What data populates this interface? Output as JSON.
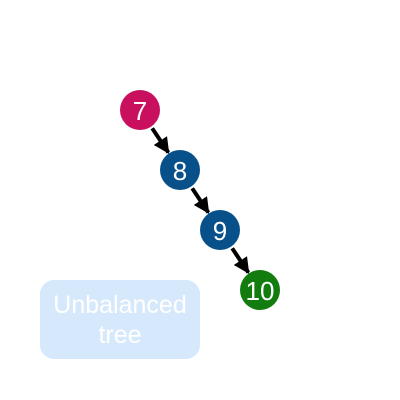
{
  "diagram": {
    "nodes": [
      {
        "id": "n7",
        "label": "7",
        "color": "#c8105e"
      },
      {
        "id": "n8",
        "label": "8",
        "color": "#08508a"
      },
      {
        "id": "n9",
        "label": "9",
        "color": "#08508a"
      },
      {
        "id": "n10",
        "label": "10",
        "color": "#127c0e"
      }
    ],
    "edges": [
      {
        "from": "n7",
        "to": "n8"
      },
      {
        "from": "n8",
        "to": "n9"
      },
      {
        "from": "n9",
        "to": "n10"
      }
    ],
    "edge_color": "#000000"
  },
  "caption": {
    "line1": "Unbalanced",
    "line2": "tree",
    "background": "#d6e8fb",
    "text_color": "#ffffff"
  }
}
